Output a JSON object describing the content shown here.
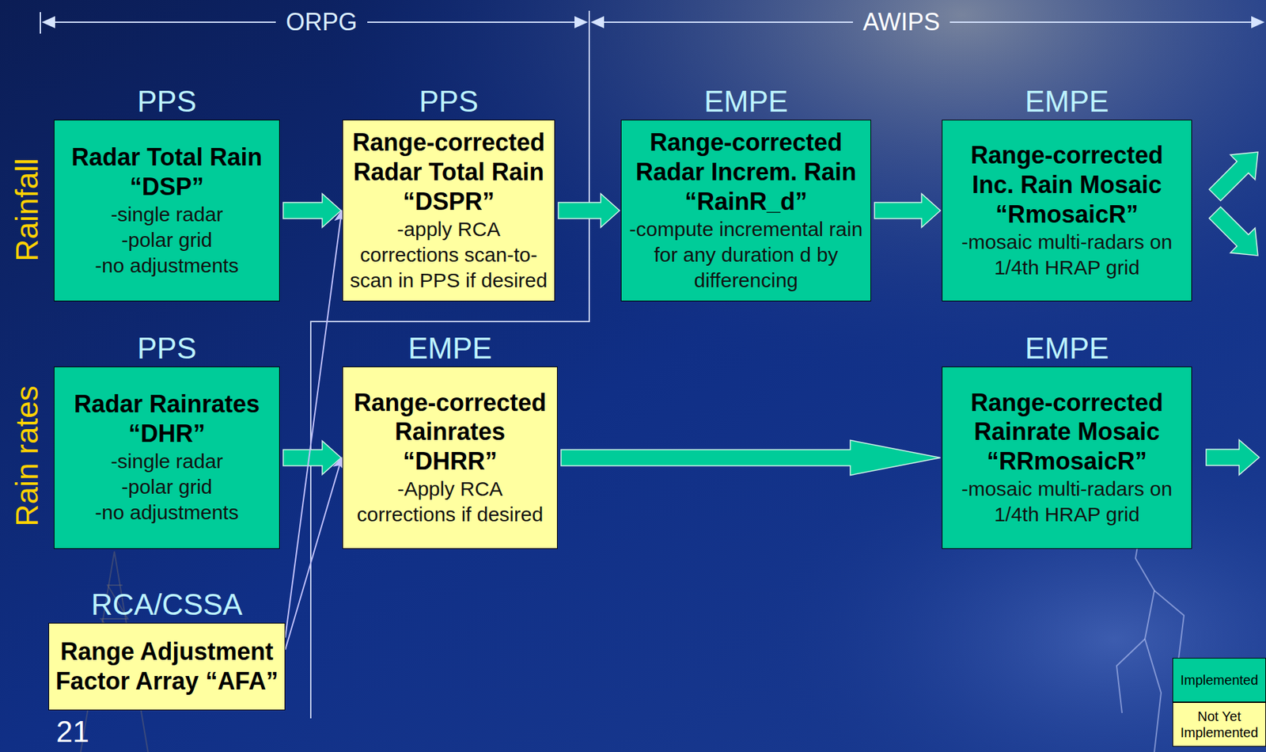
{
  "diagram": {
    "nodes": [
      {
        "text": [
          "PPS",
          "Radar Total Rain “DSP”",
          "-single radar",
          "-polar grid",
          "-no adjustments"
        ]
      },
      {
        "text": [
          "PPS",
          "Range-corrected Radar Total Rain “DSPR”",
          "-apply RCA corrections scan-to-scan in PPS if desired"
        ]
      },
      {
        "text": [
          "EMPE",
          "Range-corrected Radar Increm. Rain “RainR_d”",
          "-compute incremental rain for any duration d by differencing"
        ]
      },
      {
        "text": [
          "EMPE",
          "Range-corrected Inc. Rain Mosaic “RmosaicR”",
          "-mosaic multi-radars on 1/4th HRAP grid"
        ]
      },
      {
        "text": [
          "PPS",
          "Radar Rainrates “DHR”",
          "-single radar",
          "-polar grid",
          "-no adjustments"
        ]
      },
      {
        "text": [
          "EMPE",
          "Range-corrected Rainrates “DHRR”",
          "-Apply RCA corrections if desired"
        ]
      },
      {
        "text": [
          "EMPE",
          "Range-corrected Rainrate Mosaic “RRmosaicR”",
          "-mosaic multi-radars on 1/4th HRAP grid"
        ]
      },
      {
        "text": [
          "RCA/CSSA",
          "Range Adjustment Factor Array “AFA”"
        ]
      }
    ],
    "edges": [
      {
        "from": 0,
        "to": 1,
        "arrow": "to"
      },
      {
        "from": 1,
        "to": 2,
        "arrow": "to"
      },
      {
        "from": 2,
        "to": 3,
        "arrow": "to"
      },
      {
        "from": 4,
        "to": 5,
        "arrow": "to"
      },
      {
        "from": 5,
        "to": 6,
        "arrow": "to"
      },
      {
        "from": 7,
        "to": 1,
        "arrow": "to"
      },
      {
        "from": 7,
        "to": 5,
        "arrow": "to"
      }
    ],
    "labels": [
      "ORPG",
      "AWIPS",
      "Rainfall",
      "Rain rates",
      "21"
    ],
    "legend": [
      {
        "text": "Implemented",
        "color": "#00cc99"
      },
      {
        "text": "Not Yet Implemented",
        "color": "#ffffa0"
      }
    ]
  }
}
